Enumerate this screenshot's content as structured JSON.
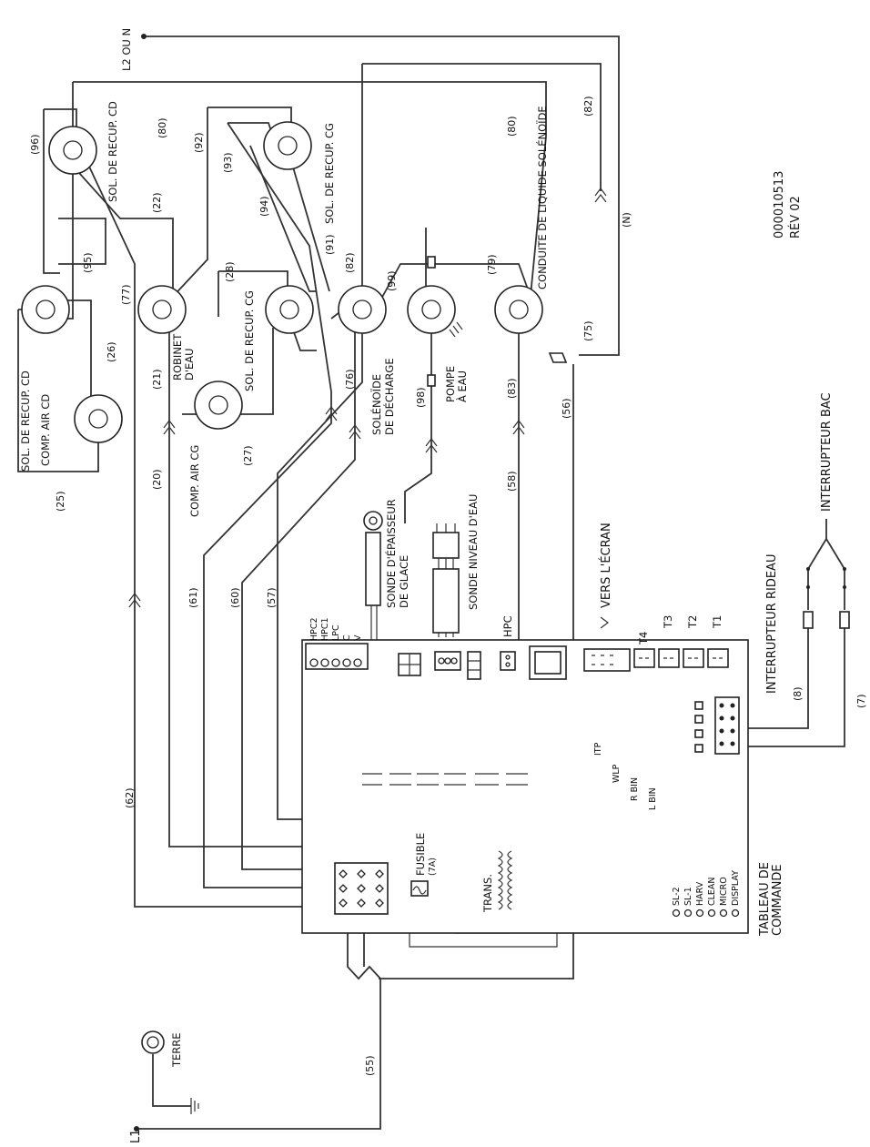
{
  "labels": {
    "l2n": "L2 OU N",
    "l1": "L1",
    "terre": "TERRE",
    "sol_cd_top": "SOL. DE RECUP. CD",
    "sol_cg_top": "SOL. DE RECUP. CG",
    "sol_cd_left": "SOL. DE RECUP. CD",
    "comp_air_cd": "COMP. AIR CD",
    "robinet": "ROBINET",
    "deau": "D'EAU",
    "comp_air_cg": "COMP. AIR CG",
    "sol_cg_mid": "SOL. DE RECUP. CG",
    "solenoide": "SOLÉNOÏDE",
    "de_decharge": "DE DÉCHARGE",
    "pompe": "POMPE",
    "a_eau": "À EAU",
    "conduite": "CONDUITE DE LIQUIDE SOLÉNOÏDE",
    "sonde_glace_1": "SONDE D'ÉPAISSEUR",
    "sonde_glace_2": "DE GLACE",
    "sonde_niveau": "SONDE NIVEAU D'EAU",
    "vers_ecran": "VERS L'ÉCRAN",
    "interrupteur_rideau": "INTERRUPTEUR RIDEAU",
    "interrupteur_bac": "INTERRUPTEUR BAC",
    "doc_num": "000010513",
    "rev": "RÉV 02",
    "tableau_1": "TABLEAU DE",
    "tableau_2": "COMMANDE",
    "fusible": "FUSIBLE",
    "fuse_val": "(7A)",
    "trans": "TRANS.",
    "hpc": "HPC"
  },
  "wire_numbers": {
    "w96": "(96)",
    "w80a": "(80)",
    "w92": "(92)",
    "w93": "(93)",
    "w94": "(94)",
    "w91": "(91)",
    "w22": "(22)",
    "w95": "(95)",
    "w77": "(77)",
    "w28": "(28)",
    "w26": "(26)",
    "w21": "(21)",
    "w20": "(20)",
    "w27": "(27)",
    "w25": "(25)",
    "w82a": "(82)",
    "w99": "(99)",
    "w76": "(76)",
    "w98": "(98)",
    "w79": "(79)",
    "w83": "(83)",
    "w58": "(58)",
    "w80b": "(80)",
    "w82b": "(82)",
    "wN": "(N)",
    "w75": "(75)",
    "w56": "(56)",
    "w61": "(61)",
    "w60": "(60)",
    "w57": "(57)",
    "w62": "(62)",
    "w55": "(55)",
    "w8": "(8)",
    "w7": "(7)"
  },
  "connectors": {
    "hpc2": "HPC2",
    "hpc1": "HPC1",
    "lpc": "LPC",
    "c": "C",
    "v": "V",
    "t4": "T4",
    "t3": "T3",
    "t2": "T2",
    "t1": "T1"
  },
  "switch_labels": [
    "ITP",
    "WLP",
    "R BIN",
    "L BIN"
  ],
  "leds": [
    "SL-2",
    "SL-1",
    "HARV",
    "CLEAN",
    "MICRO",
    "DISPLAY"
  ]
}
